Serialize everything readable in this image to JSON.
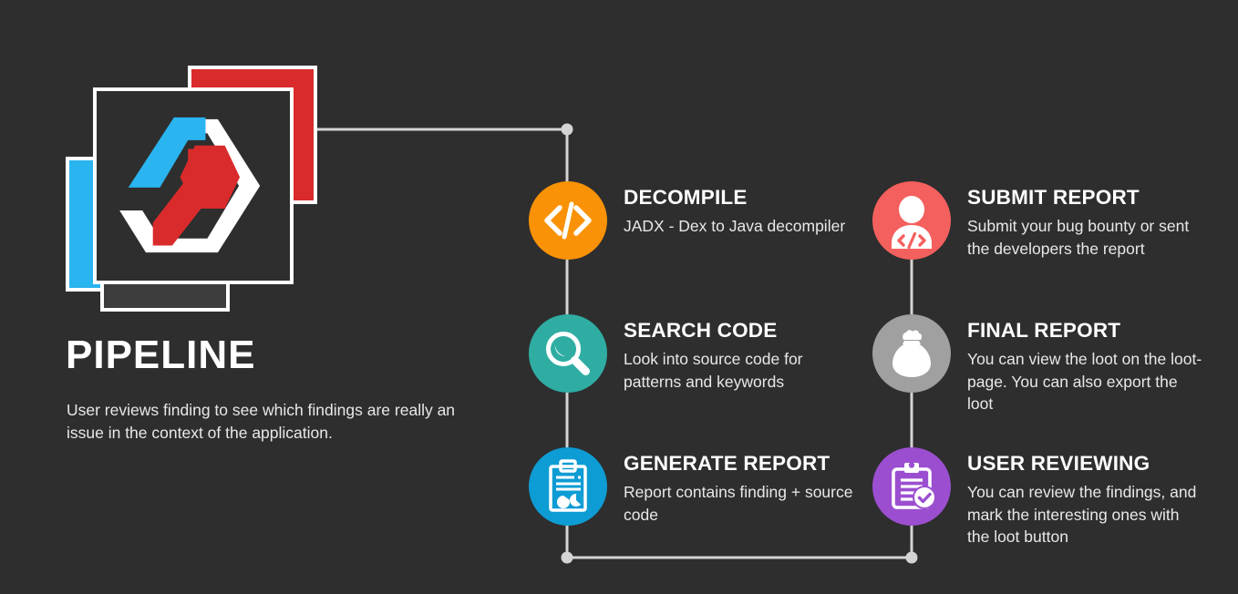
{
  "palette": {
    "background": "#2e2e2e",
    "card_border": "#ffffff",
    "card_red": "#d92b2b",
    "card_blue": "#2ab4f0",
    "card_gray": "#3d3d3d",
    "connector": "#d4d4d4",
    "text_primary": "#ffffff",
    "text_secondary": "#e8e8e8",
    "decompile": "#f99206",
    "search_code": "#2fada3",
    "generate_report": "#0e9cd4",
    "submit_report": "#f4605e",
    "final_report": "#a0a0a0",
    "user_reviewing": "#9b4fd0"
  },
  "brand": {
    "title": "PIPELINE",
    "description": "User reviews finding to see which findings are really an issue in the context of the application.",
    "logo_icon": "hexagon-code-logo"
  },
  "steps": [
    {
      "id": "decompile",
      "title": "DECOMPILE",
      "description": "JADX - Dex to Java decompiler",
      "icon": "code-brackets-icon",
      "color": "#f99206"
    },
    {
      "id": "search-code",
      "title": "SEARCH CODE",
      "description": "Look into source code for patterns and keywords",
      "icon": "magnifier-icon",
      "color": "#2fada3"
    },
    {
      "id": "generate-report",
      "title": "GENERATE REPORT",
      "description": "Report contains finding + source code",
      "icon": "clipboard-chart-icon",
      "color": "#0e9cd4"
    },
    {
      "id": "submit-report",
      "title": "SUBMIT REPORT",
      "description": "Submit your bug bounty or sent the developers the report",
      "icon": "person-code-icon",
      "color": "#f4605e"
    },
    {
      "id": "final-report",
      "title": "FINAL REPORT",
      "description": "You can view the loot on the loot-page. You can also export the loot",
      "icon": "loot-bag-icon",
      "color": "#a0a0a0"
    },
    {
      "id": "user-reviewing",
      "title": "USER REVIEWING",
      "description": "You can review the findings, and mark the interesting ones with the loot button",
      "icon": "clipboard-check-icon",
      "color": "#9b4fd0"
    }
  ],
  "connectors": {
    "description": "Flow lines linking the logo to the decompile step and the generate-report step to the user-reviewing step"
  }
}
